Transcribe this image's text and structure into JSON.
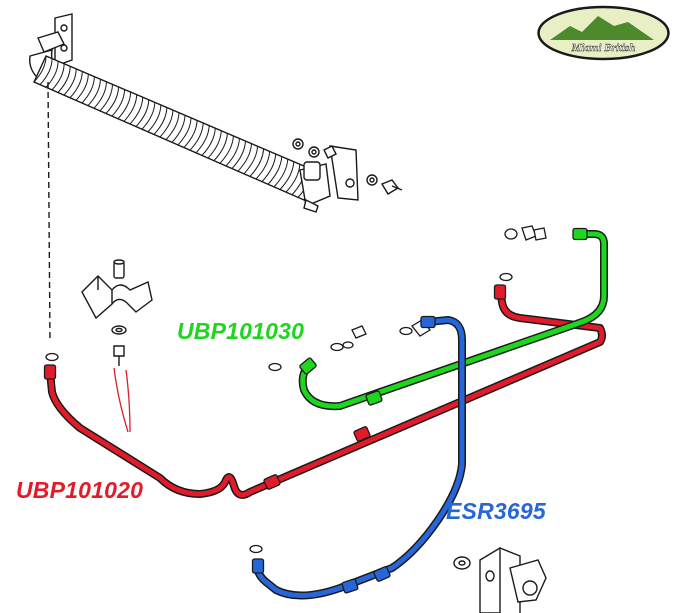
{
  "logo": {
    "text": "Miami British",
    "colors": {
      "outline": "#1a1a1a",
      "fill": "#e8efc4",
      "mountain": "#4d8a2e",
      "text": "#ffffff"
    }
  },
  "parts": {
    "green": {
      "label": "UBP101030",
      "color": "#1ed61e"
    },
    "red": {
      "label": "UBP101020",
      "color": "#e11b2a"
    },
    "blue": {
      "label": "ESR3695",
      "color": "#2766d9"
    }
  },
  "colors": {
    "linework": "#1a1a1a",
    "hose_outline": "#1a1a1a"
  }
}
